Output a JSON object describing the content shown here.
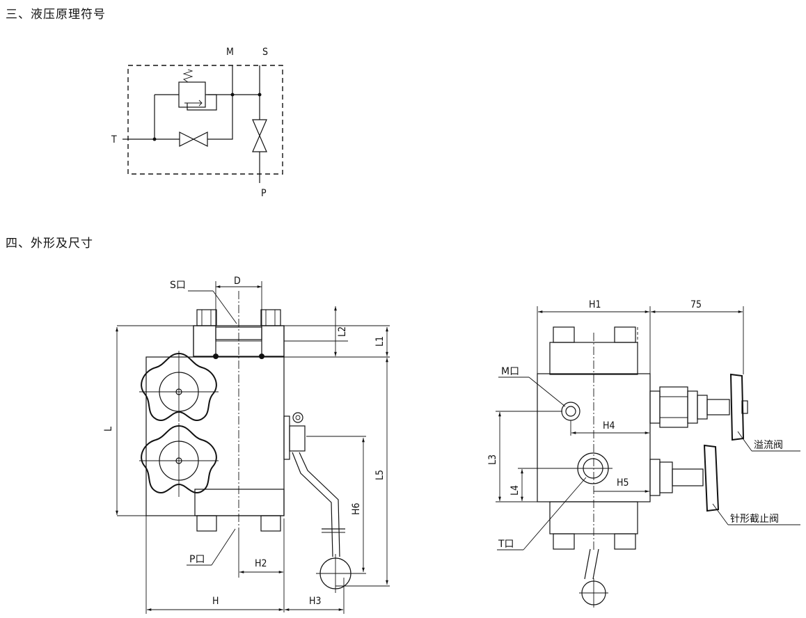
{
  "sections": {
    "symbol_heading": "三、液压原理符号",
    "dimension_heading": "四、外形及尺寸"
  },
  "schematic": {
    "port_m": "M",
    "port_s": "S",
    "port_t": "T",
    "port_p": "P"
  },
  "front_view": {
    "s_port": "S口",
    "d": "D",
    "l": "L",
    "l1": "L1",
    "l2": "L2",
    "l5": "L5",
    "h6": "H6",
    "p_port": "P口",
    "h2": "H2",
    "h": "H",
    "h3": "H3"
  },
  "side_view": {
    "h1": "H1",
    "dim_75": "75",
    "m_port": "M口",
    "h4": "H4",
    "l3": "L3",
    "l4": "L4",
    "h5": "H5",
    "t_port": "T口",
    "relief_valve": "溢流阀",
    "needle_valve": "针形截止阀"
  }
}
